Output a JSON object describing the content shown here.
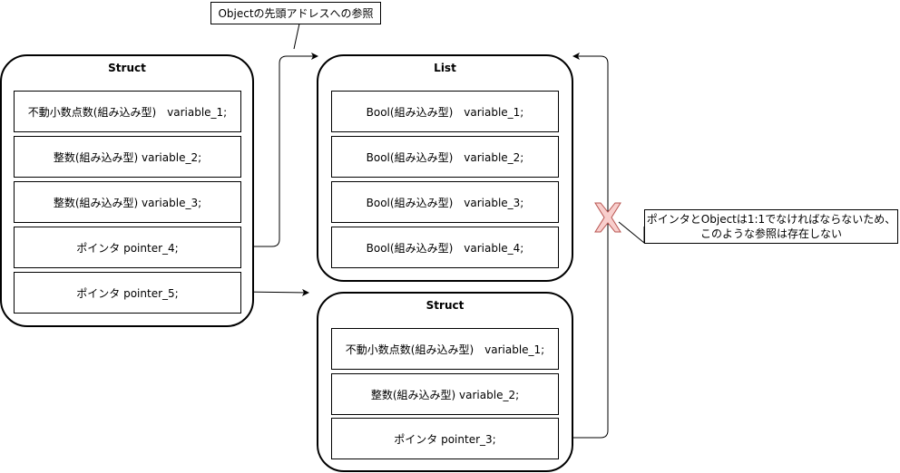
{
  "struct_left": {
    "title": "Struct",
    "rows": [
      "不動小数点数(組み込み型)　variable_1;",
      "整数(組み込み型) variable_2;",
      "整数(組み込み型) variable_3;",
      "ポインタ pointer_4;",
      "ポインタ pointer_5;"
    ]
  },
  "list": {
    "title": "List",
    "rows": [
      "Bool(組み込み型)　variable_1;",
      "Bool(組み込み型)　variable_2;",
      "Bool(組み込み型)　variable_3;",
      "Bool(組み込み型)　variable_4;"
    ]
  },
  "struct_right": {
    "title": "Struct",
    "rows": [
      "不動小数点数(組み込み型)　variable_1;",
      "整数(組み込み型) variable_2;",
      "ポインタ pointer_3;"
    ]
  },
  "callout_top": "Objectの先頭アドレスへの参照",
  "callout_right": {
    "line1": "ポインタとObjectは1:1でなければならないため、",
    "line2": "このような参照は存在しない"
  },
  "colors": {
    "cross": "#f8cecc",
    "cross_stroke": "#b85450"
  }
}
